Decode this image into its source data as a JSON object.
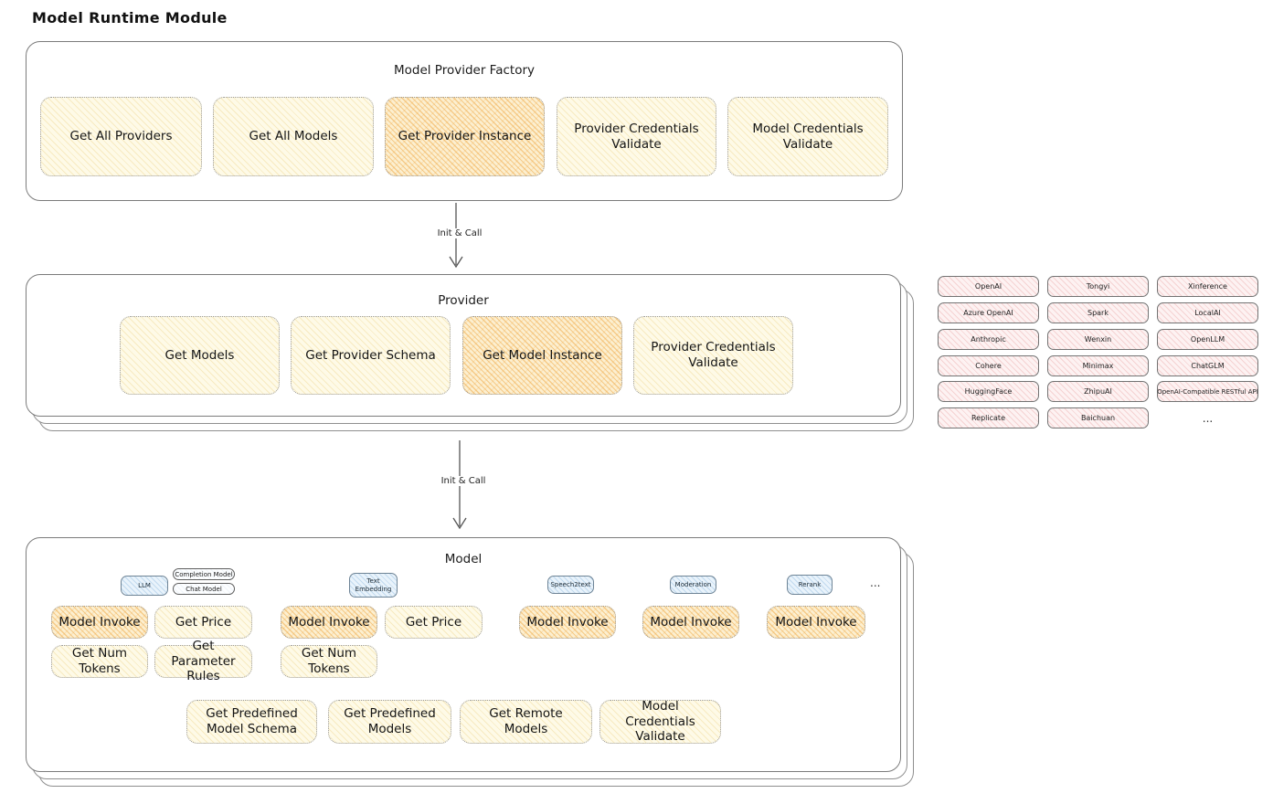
{
  "title": "Model Runtime Module",
  "arrows": {
    "label1": "Init & Call",
    "label2": "Init & Call"
  },
  "factory": {
    "title": "Model Provider Factory",
    "buttons": [
      "Get All Providers",
      "Get All Models",
      "Get Provider Instance",
      "Provider Credentials Validate",
      "Model Credentials Validate"
    ]
  },
  "provider": {
    "title": "Provider",
    "buttons": [
      "Get Models",
      "Get Provider Schema",
      "Get Model Instance",
      "Provider Credentials Validate"
    ]
  },
  "provider_list": {
    "rows": [
      [
        "OpenAI",
        "Tongyi",
        "Xinference"
      ],
      [
        "Azure OpenAI",
        "Spark",
        "LocalAI"
      ],
      [
        "Anthropic",
        "Wenxin",
        "OpenLLM"
      ],
      [
        "Cohere",
        "Minimax",
        "ChatGLM"
      ],
      [
        "HuggingFace",
        "ZhipuAI",
        "OpenAI-Compatible RESTful API"
      ],
      [
        "Replicate",
        "Baichuan",
        "..."
      ]
    ]
  },
  "model": {
    "title": "Model",
    "tags": {
      "llm": "LLM",
      "completion": "Completion Model",
      "chat": "Chat Model",
      "text_embedding": "Text Embedding",
      "speech2text": "Speech2text",
      "moderation": "Moderation",
      "rerank": "Rerank",
      "more": "..."
    },
    "buttons": {
      "invoke": "Model Invoke",
      "get_price": "Get Price",
      "get_num_tokens": "Get Num Tokens",
      "get_parameter_rules": "Get Parameter Rules",
      "get_predefined_model_schema": "Get Predefined Model Schema",
      "get_predefined_models": "Get Predefined Models",
      "get_remote_models": "Get Remote Models",
      "model_credentials_validate": "Model Credentials Validate"
    }
  },
  "colors": {
    "accent_orange": "#f0a640",
    "light_yellow": "#fefae7",
    "pink": "#fdf2f2",
    "blue": "#e9f3fb"
  }
}
